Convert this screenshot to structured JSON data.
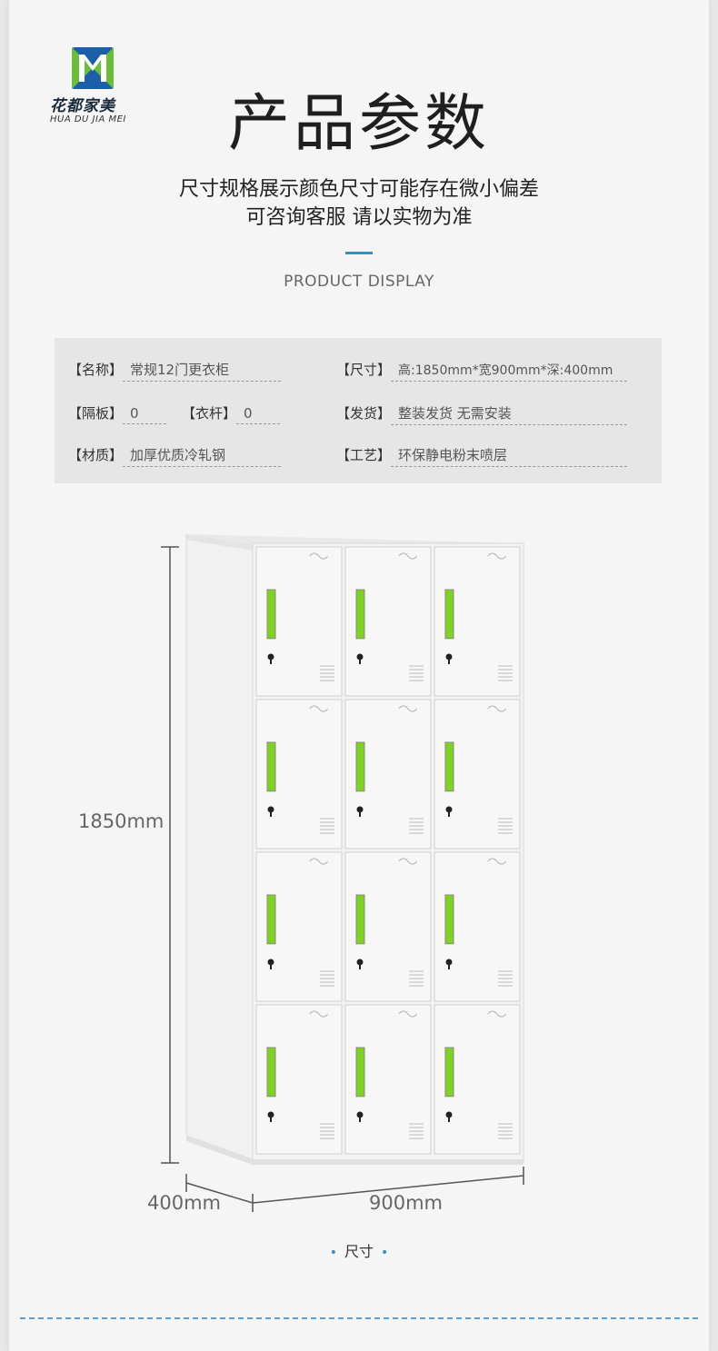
{
  "brand": {
    "name_cn": "花都家美",
    "name_en": "HUA DU JIA MEI",
    "colors": {
      "blue": "#1b5fa8",
      "green": "#6abf3a"
    }
  },
  "header": {
    "title": "产品参数",
    "subtitle_line1": "尺寸规格展示颜色尺寸可能存在微小偏差",
    "subtitle_line2": "可咨询客服 请以实物为准",
    "english": "PRODUCT DISPLAY",
    "accent_color": "#3a8fc4"
  },
  "specs": {
    "name_key": "【名称】",
    "name_val": "常规12门更衣柜",
    "size_key": "【尺寸】",
    "size_val": "高:1850mm*宽900mm*深:400mm",
    "shelf_key": "【隔板】",
    "shelf_val": "0",
    "rod_key": "【衣杆】",
    "rod_val": "0",
    "ship_key": "【发货】",
    "ship_val": "整装发货 无需安装",
    "material_key": "【材质】",
    "material_val": "加厚优质冷轧钢",
    "process_key": "【工艺】",
    "process_val": "环保静电粉末喷层"
  },
  "diagram": {
    "height_label": "1850mm",
    "depth_label": "400mm",
    "width_label": "900mm",
    "door_count": 12,
    "rows": 4,
    "cols": 3,
    "window_color": "#7ed321"
  },
  "caption": {
    "text": "尺寸",
    "dot": "•"
  }
}
